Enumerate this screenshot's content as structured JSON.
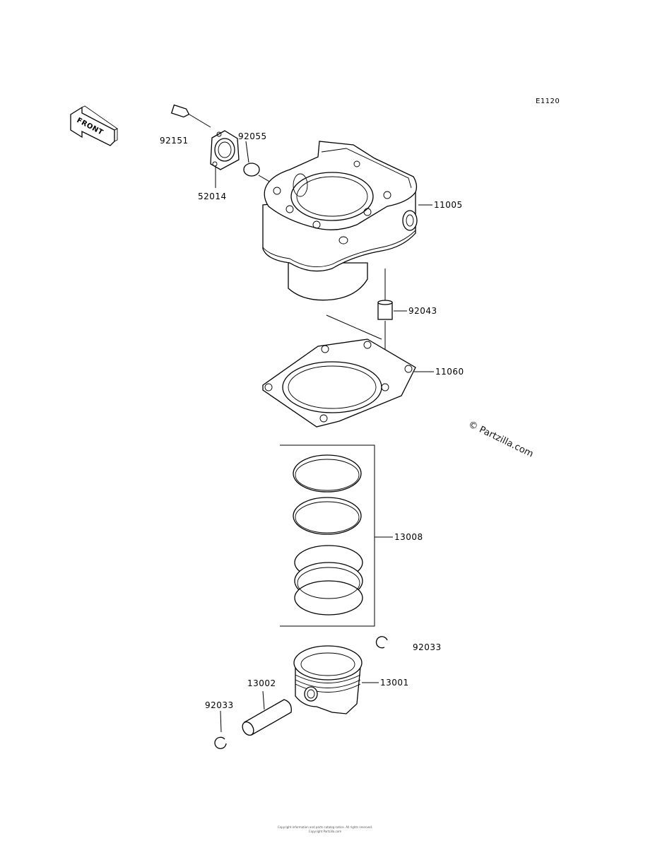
{
  "diagram_code": "E1120",
  "front_label": "FRONT",
  "watermark": "© Partzilla.com",
  "parts": [
    {
      "number": "92151"
    },
    {
      "number": "92055"
    },
    {
      "number": "52014"
    },
    {
      "number": "11005"
    },
    {
      "number": "92043"
    },
    {
      "number": "11060"
    },
    {
      "number": "13008"
    },
    {
      "number": "92033"
    },
    {
      "number": "13001"
    },
    {
      "number": "13002"
    },
    {
      "number": "92033"
    }
  ],
  "footer": {
    "line1": "Copyright information and parts catalog notice. All rights reserved.",
    "line2": "Copyright Partzilla.com"
  }
}
